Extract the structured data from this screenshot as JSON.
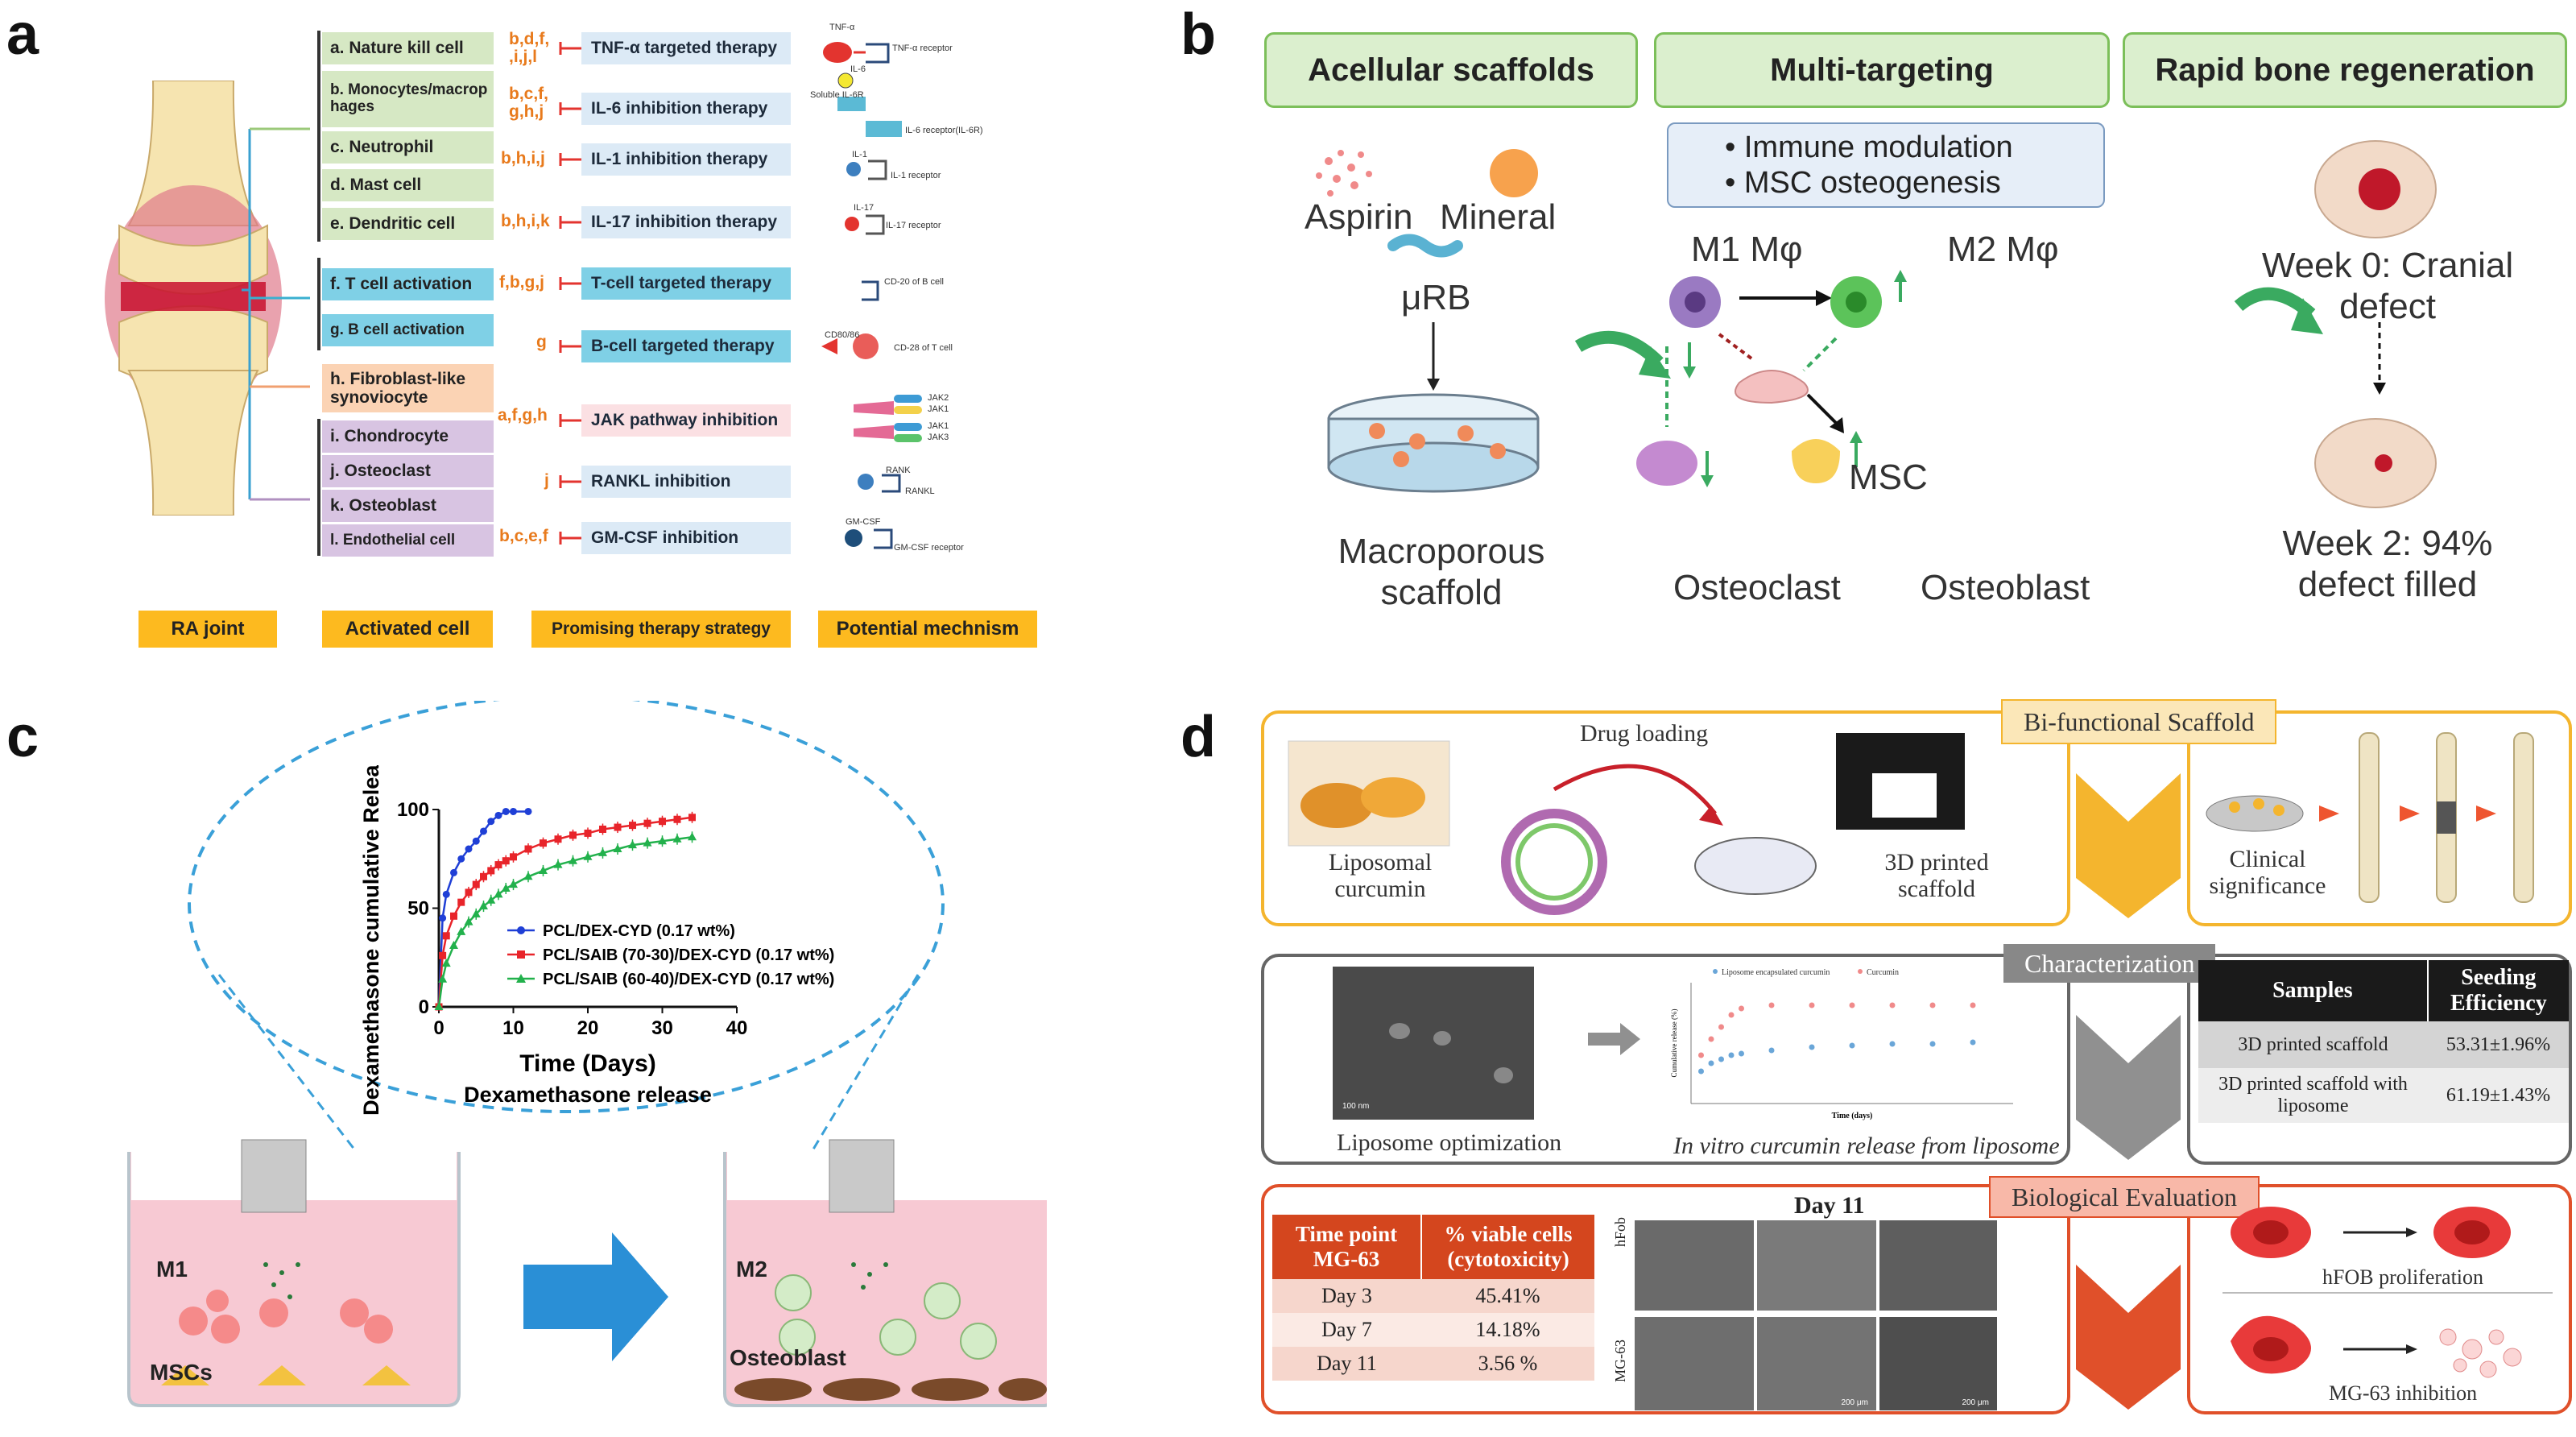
{
  "panels": {
    "a": {
      "letter": "a",
      "cells": [
        "a. Nature kill cell",
        "b. Monocytes/macrop hages",
        "c. Neutrophil",
        "d. Mast cell",
        "e. Dendritic cell",
        "f. T cell activation",
        "g. B cell activation",
        "h. Fibroblast-like synoviocyte",
        "i. Chondrocyte",
        "j. Osteoclast",
        "k. Osteoblast",
        "l. Endothelial cell"
      ],
      "letter_groups": [
        "b,d,f, ,i,j,l",
        "b,c,f, g,h,j",
        "b,h,i,j",
        "b,h,i,k",
        "f,b,g,j",
        "g",
        "a,f,g,h",
        "j",
        "b,c,e,f"
      ],
      "therapies": [
        "TNF-α targeted therapy",
        "IL-6 inhibition therapy",
        "IL-1 inhibition therapy",
        "IL-17 inhibition therapy",
        "T-cell targeted therapy",
        "B-cell targeted therapy",
        "JAK pathway inhibition",
        "RANKL inhibition",
        "GM-CSF inhibition"
      ],
      "mechanism_labels": {
        "tnf": "TNF-α",
        "tnf_receptor": "TNF-α receptor",
        "il6": "IL-6",
        "soluble": "Soluble IL-6R",
        "il6_receptor": "IL-6 receptor(IL-6R)",
        "il1": "IL-1",
        "il1_receptor": "IL-1 receptor",
        "il17": "IL-17",
        "il17_receptor": "IL-17 receptor",
        "cd20": "CD-20 of B cell",
        "cd80": "CD80/86",
        "cd28": "CD-28 of T cell",
        "jak2": "JAK2",
        "jak1a": "JAK1",
        "jak1b": "JAK1",
        "jak3": "JAK3",
        "rank": "RANK",
        "rankl": "RANKL",
        "gmcsf": "GM-CSF",
        "gmcsf_receptor": "GM-CSF receptor"
      },
      "footer": [
        "RA  joint",
        "Activated cell",
        "Promising therapy strategy",
        "Potential mechnism"
      ]
    },
    "b": {
      "letter": "b",
      "headers": [
        "Acellular scaffolds",
        "Multi-targeting",
        "Rapid bone regeneration"
      ],
      "bullets": [
        "Immune modulation",
        "MSC osteogenesis"
      ],
      "aspirin": "Aspirin",
      "mineral": "Mineral",
      "urb": "μRB",
      "scaffold": "Macroporous scaffold",
      "m1": "M1 Mφ",
      "m2": "M2 Mφ",
      "msc": "MSC",
      "osteoclast": "Osteoclast",
      "osteoblast": "Osteoblast",
      "week0": "Week 0: Cranial defect",
      "week2": "Week 2: 94% defect filled"
    },
    "c": {
      "letter": "c",
      "m1": "M1",
      "mscs": "MSCs",
      "m2": "M2",
      "osteoblast": "Osteoblast"
    },
    "d": {
      "letter": "d",
      "tab1": "Bi-functional Scaffold",
      "tab2": "Characterization",
      "tab3": "Biological Evaluation",
      "drug_loading": "Drug loading",
      "liposomal": "Liposomal curcumin",
      "printed": "3D printed scaffold",
      "clinical": "Clinical significance",
      "lipo_opt": "Liposome optimization",
      "invitro": "In vitro curcumin release from liposome",
      "mini_legend": [
        "Liposome encapsulated curcumin",
        "Curcumin"
      ],
      "mini_ylabel": "Cumulative release (%)",
      "mini_xlabel": "Time (days)",
      "scale_sem": "100 nm",
      "seeding_table": {
        "headers": [
          "Samples",
          "Seeding Efficiency"
        ],
        "rows": [
          [
            "3D printed scaffold",
            "53.31±1.96%"
          ],
          [
            "3D printed scaffold with liposome",
            "61.19±1.43%"
          ]
        ]
      },
      "cyto_table": {
        "headers": [
          "Time point MG-63",
          "% viable cells (cytotoxicity)"
        ],
        "rows": [
          [
            "Day 3",
            "45.41%"
          ],
          [
            "Day 7",
            "14.18%"
          ],
          [
            "Day 11",
            "3.56 %"
          ]
        ]
      },
      "day11": "Day 11",
      "hfob_row": "hFob",
      "mg63_row": "MG-63",
      "scale_200": "200 μm",
      "hfob_prolif": "hFOB proliferation",
      "mg63_inhib": "MG-63 inhibition"
    }
  },
  "chart_data": {
    "type": "line",
    "title": "Dexamethasone  release",
    "xlabel": "Time (Days)",
    "ylabel": "Dexamethasone cumulative Release (%)",
    "xlim": [
      0,
      40
    ],
    "ylim": [
      0,
      100
    ],
    "xticks": [
      0,
      10,
      20,
      30,
      40
    ],
    "yticks": [
      0,
      50,
      100
    ],
    "legend_position": "bottom-right inside",
    "grid": false,
    "series": [
      {
        "name": "PCL/DEX-CYD (0.17 wt%)",
        "color": "#1f3fd6",
        "marker": "circle",
        "x": [
          0,
          0.5,
          1,
          2,
          3,
          4,
          5,
          6,
          7,
          8,
          9,
          10,
          12
        ],
        "y": [
          0,
          45,
          57,
          68,
          75,
          80,
          84,
          89,
          94,
          97,
          99,
          99,
          99
        ]
      },
      {
        "name": "PCL/SAIB (70-30)/DEX-CYD (0.17 wt%)",
        "color": "#e8242a",
        "marker": "square",
        "x": [
          0,
          0.5,
          1,
          2,
          3,
          4,
          5,
          6,
          7,
          8,
          9,
          10,
          12,
          14,
          16,
          18,
          20,
          22,
          24,
          26,
          28,
          30,
          32,
          34
        ],
        "y": [
          0,
          26,
          36,
          46,
          53,
          58,
          62,
          66,
          69,
          72,
          74,
          76,
          80,
          83,
          85,
          87,
          88,
          90,
          91,
          92,
          93,
          94,
          95,
          96
        ]
      },
      {
        "name": "PCL/SAIB (60-40)/DEX-CYD (0.17 wt%)",
        "color": "#22b14c",
        "marker": "triangle",
        "x": [
          0,
          0.5,
          1,
          2,
          3,
          4,
          5,
          6,
          7,
          8,
          9,
          10,
          12,
          14,
          16,
          18,
          20,
          22,
          24,
          26,
          28,
          30,
          32,
          34
        ],
        "y": [
          0,
          14,
          22,
          31,
          38,
          43,
          47,
          51,
          54,
          57,
          60,
          62,
          66,
          69,
          72,
          74,
          76,
          78,
          80,
          82,
          83,
          84,
          85,
          86
        ]
      }
    ]
  }
}
